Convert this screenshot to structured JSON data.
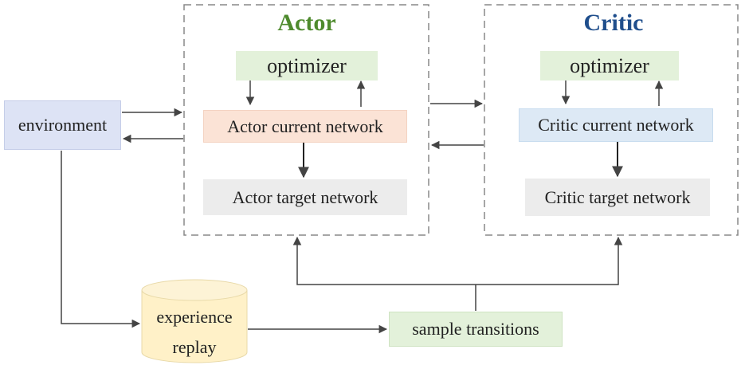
{
  "colors": {
    "actor_title": "#4e8a2d",
    "critic_title": "#1f4e8c",
    "optimizer_fill": "#e3f1da",
    "actor_current_fill": "#fbe3d6",
    "critic_current_fill": "#dde9f5",
    "target_fill": "#ececec",
    "environment_fill": "#dde3f5",
    "replay_fill": "#fff1c8",
    "sample_fill": "#e3f1da",
    "line": "#444444"
  },
  "actor": {
    "title": "Actor",
    "optimizer": "optimizer",
    "current": "Actor current network",
    "target": "Actor target network"
  },
  "critic": {
    "title": "Critic",
    "optimizer": "optimizer",
    "current": "Critic current network",
    "target": "Critic target network"
  },
  "environment": "environment",
  "replay": {
    "line1": "experience",
    "line2": "replay"
  },
  "sample": "sample transitions"
}
